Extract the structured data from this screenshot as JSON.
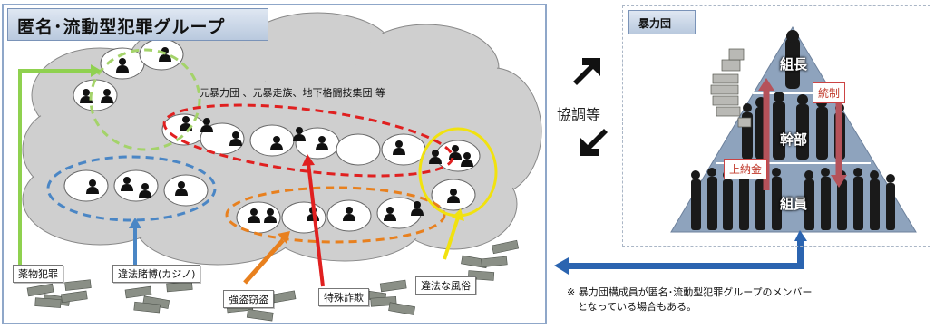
{
  "left_panel": {
    "title": "匿名･流動型犯罪グループ",
    "groups_text": "元暴力団 、元暴走族、地下格闘技集団 等",
    "labels": {
      "drug": "薬物犯罪",
      "gambling": "違法賭博(カジノ)",
      "robbery": "強盗窃盗",
      "fraud": "特殊詐欺",
      "sex": "違法な風俗"
    }
  },
  "center": {
    "cooperation": "協調等"
  },
  "right_panel": {
    "title": "暴力団",
    "levels": {
      "top": "組長",
      "middle": "幹部",
      "bottom": "組員"
    },
    "arrows": {
      "control": "統制",
      "tribute": "上納金"
    }
  },
  "note": {
    "line1": "※ 暴力団構成員が匿名･流動型犯罪グループのメンバー",
    "line2": "となっている場合もある。"
  },
  "colors": {
    "green": "#8fd14f",
    "blue": "#4a86c5",
    "orange": "#e8801e",
    "red": "#e02020",
    "yellow": "#f1e20f",
    "pyramid": "#8ea3bd",
    "arrow_dark_red": "#b5525a"
  }
}
